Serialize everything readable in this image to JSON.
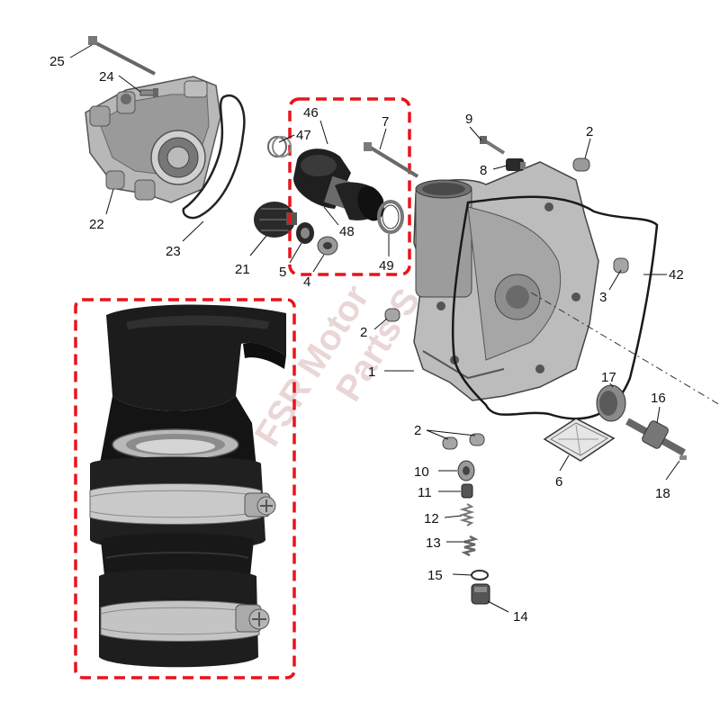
{
  "colors": {
    "highlight": "#e8141b",
    "part_dark": "#2b2b2b",
    "part_metal": "#a9a9a9",
    "watermark": "#e9d6d6"
  },
  "watermark": {
    "brand": "FSR",
    "line1": "Motor",
    "line2": "Parts S"
  },
  "callouts": {
    "c1": "1",
    "c2a": "2",
    "c2b": "2",
    "c2c": "2",
    "c3": "3",
    "c4": "4",
    "c5": "5",
    "c6": "6",
    "c7": "7",
    "c8": "8",
    "c9": "9",
    "c10": "10",
    "c11": "11",
    "c12": "12",
    "c13": "13",
    "c14": "14",
    "c15": "15",
    "c16": "16",
    "c17": "17",
    "c18": "18",
    "c21": "21",
    "c22": "22",
    "c23": "23",
    "c24": "24",
    "c25": "25",
    "c42": "42",
    "c46": "46",
    "c47": "47",
    "c48": "48",
    "c49": "49"
  },
  "icons": {
    "photo": "rubber-coupling-sleeve-photo",
    "clamp_text": "clamp-band"
  }
}
